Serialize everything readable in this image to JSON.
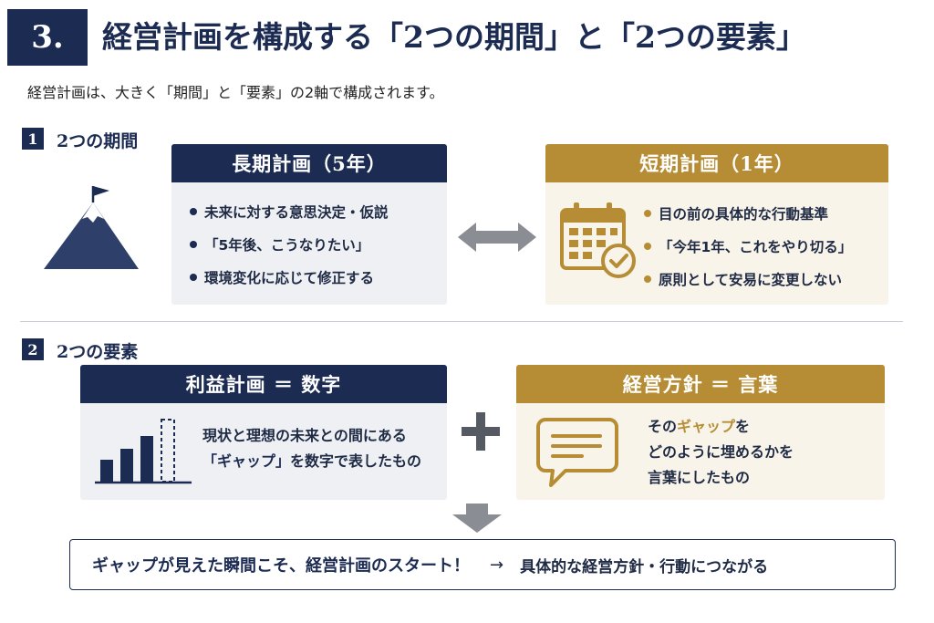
{
  "header": {
    "number": "3.",
    "title": "経営計画を構成する「2つの期間」と「2つの要素」",
    "subtitle": "経営計画は、大きく「期間」と「要素」の2軸で構成されます。"
  },
  "section1": {
    "number": "1",
    "heading": "2つの期間",
    "long_term": {
      "title": "長期計画（5年）",
      "bullets": [
        "未来に対する意思決定・仮説",
        "「5年後、こうなりたい」",
        "環境変化に応じて修正する"
      ]
    },
    "short_term": {
      "title": "短期計画（1年）",
      "bullets": [
        "目の前の具体的な行動基準",
        "「今年1年、これをやり切る」",
        "原則として安易に変更しない"
      ]
    }
  },
  "section2": {
    "number": "2",
    "heading": "2つの要素",
    "profit_plan": {
      "title": "利益計画 ＝ 数字",
      "line1": "現状と理想の未来との間にある",
      "line2_quote": "「ギャップ」",
      "line2_rest": "を数字で表したもの"
    },
    "policy": {
      "title": "経営方針 ＝ 言葉",
      "line1_pre": "その",
      "line1_hl": "ギャップ",
      "line1_post": "を",
      "line2": "どのように埋めるかを",
      "line3": "言葉にしたもの"
    },
    "plus": "+"
  },
  "conclusion": {
    "main": "ギャップが見えた瞬間こそ、経営計画のスタート！",
    "arrow": "→",
    "sub": "具体的な経営方針・行動につながる"
  },
  "colors": {
    "navy": "#1c2b52",
    "gold": "#b68d35",
    "gray": "#8a8d94"
  },
  "icons": [
    "mountain-flag-icon",
    "double-arrow-icon",
    "calendar-check-icon",
    "bar-chart-icon",
    "speech-bubble-icon",
    "down-arrow-icon"
  ]
}
